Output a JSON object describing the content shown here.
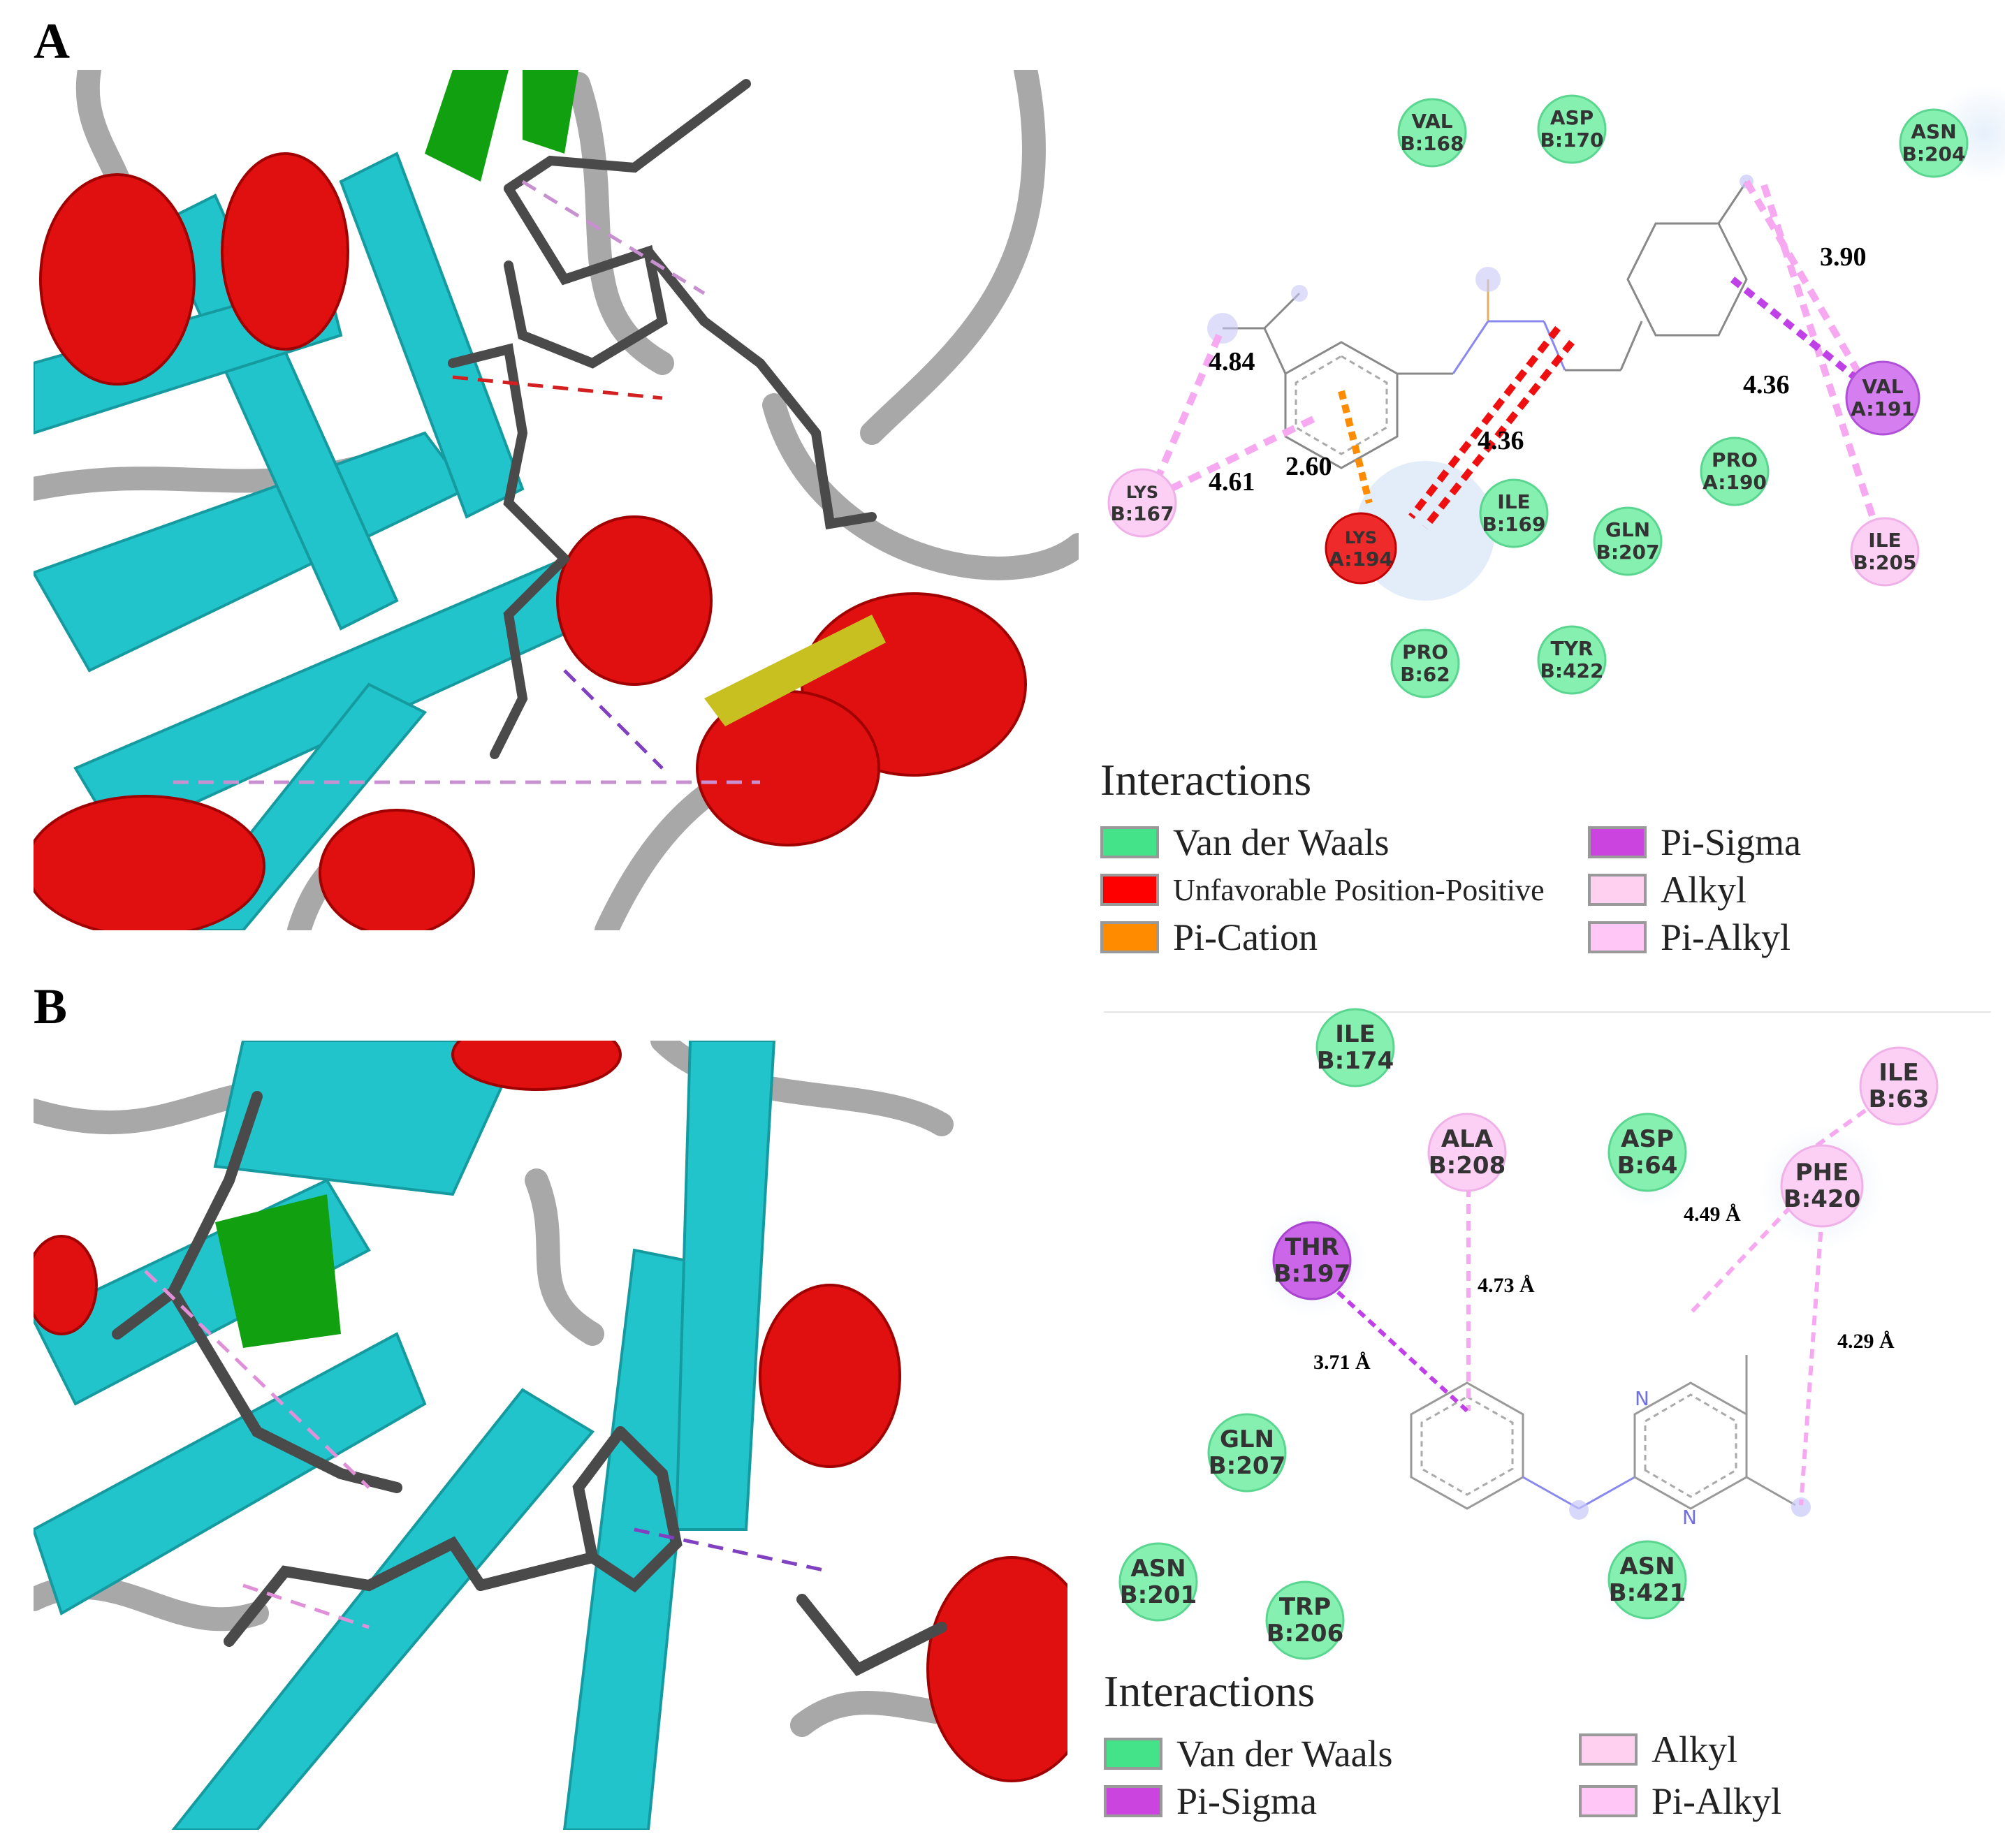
{
  "panels": {
    "a": {
      "letter": "A",
      "residues": [
        {
          "name": "VAL",
          "id": "B:168",
          "type": "vdw"
        },
        {
          "name": "ASP",
          "id": "B:170",
          "type": "vdw"
        },
        {
          "name": "ASN",
          "id": "B:204",
          "type": "vdw"
        },
        {
          "name": "LYS",
          "id": "B:167",
          "type": "alkyl"
        },
        {
          "name": "LYS",
          "id": "A:194",
          "type": "unfavorable"
        },
        {
          "name": "ILE",
          "id": "B:169",
          "type": "vdw"
        },
        {
          "name": "GLN",
          "id": "B:207",
          "type": "vdw"
        },
        {
          "name": "PRO",
          "id": "A:190",
          "type": "vdw"
        },
        {
          "name": "VAL",
          "id": "A:191",
          "type": "pisigma"
        },
        {
          "name": "ILE",
          "id": "B:205",
          "type": "alkyl"
        },
        {
          "name": "PRO",
          "id": "B:62",
          "type": "vdw"
        },
        {
          "name": "TYR",
          "id": "B:422",
          "type": "vdw"
        }
      ],
      "distances": [
        "3.90",
        "4.84",
        "4.36",
        "4.36",
        "2.60",
        "4.61"
      ],
      "legend": {
        "title": "Interactions",
        "items": [
          {
            "label": "Van der Waals",
            "color": "#44e38a"
          },
          {
            "label": "Unfavorable Position-Positive",
            "color": "#ff0000"
          },
          {
            "label": "Pi-Cation",
            "color": "#ff8c00"
          },
          {
            "label": "Pi-Sigma",
            "color": "#cc44e0"
          },
          {
            "label": "Alkyl",
            "color": "#ffd0f0"
          },
          {
            "label": "Pi-Alkyl",
            "color": "#ffc6f6"
          }
        ]
      }
    },
    "b": {
      "letter": "B",
      "residues": [
        {
          "name": "ILE",
          "id": "B:174",
          "type": "vdw"
        },
        {
          "name": "ILE",
          "id": "B:63",
          "type": "alkyl"
        },
        {
          "name": "ALA",
          "id": "B:208",
          "type": "alkyl"
        },
        {
          "name": "ASP",
          "id": "B:64",
          "type": "vdw"
        },
        {
          "name": "PHE",
          "id": "B:420",
          "type": "alkyl"
        },
        {
          "name": "THR",
          "id": "B:197",
          "type": "pisigma"
        },
        {
          "name": "GLN",
          "id": "B:207",
          "type": "vdw"
        },
        {
          "name": "ASN",
          "id": "B:201",
          "type": "vdw"
        },
        {
          "name": "TRP",
          "id": "B:206",
          "type": "vdw"
        },
        {
          "name": "ASN",
          "id": "B:421",
          "type": "vdw"
        }
      ],
      "distances": [
        "4.49 Å",
        "4.73 Å",
        "3.71 Å",
        "4.29 Å"
      ],
      "atoms": {
        "n": "N"
      },
      "legend": {
        "title": "Interactions",
        "items": [
          {
            "label": "Van der Waals",
            "color": "#44e38a"
          },
          {
            "label": "Pi-Sigma",
            "color": "#cc44e0"
          },
          {
            "label": "Alkyl",
            "color": "#ffd0f0"
          },
          {
            "label": "Pi-Alkyl",
            "color": "#ffc6f6"
          }
        ]
      }
    }
  }
}
